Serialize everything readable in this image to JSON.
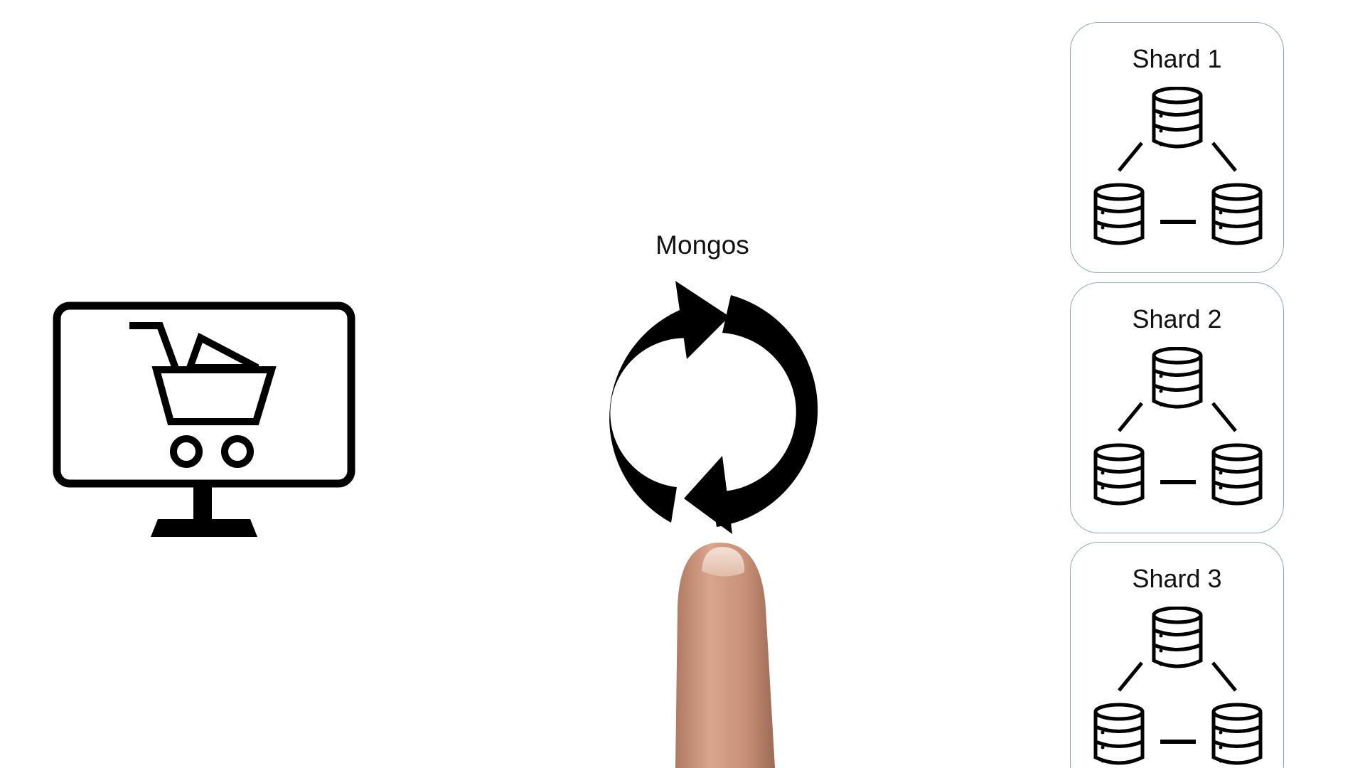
{
  "mongos": {
    "label": "Mongos",
    "icon": "sync-arrows-icon"
  },
  "client": {
    "icon": "shopping-cart-monitor-icon"
  },
  "shards": [
    {
      "title": "Shard 1",
      "icon": "replica-set-icon"
    },
    {
      "title": "Shard 2",
      "icon": "replica-set-icon"
    },
    {
      "title": "Shard 3",
      "icon": "replica-set-icon"
    }
  ],
  "colors": {
    "icon": "#000000",
    "shard_border": "#8fa6b6",
    "background": "#ffffff"
  }
}
